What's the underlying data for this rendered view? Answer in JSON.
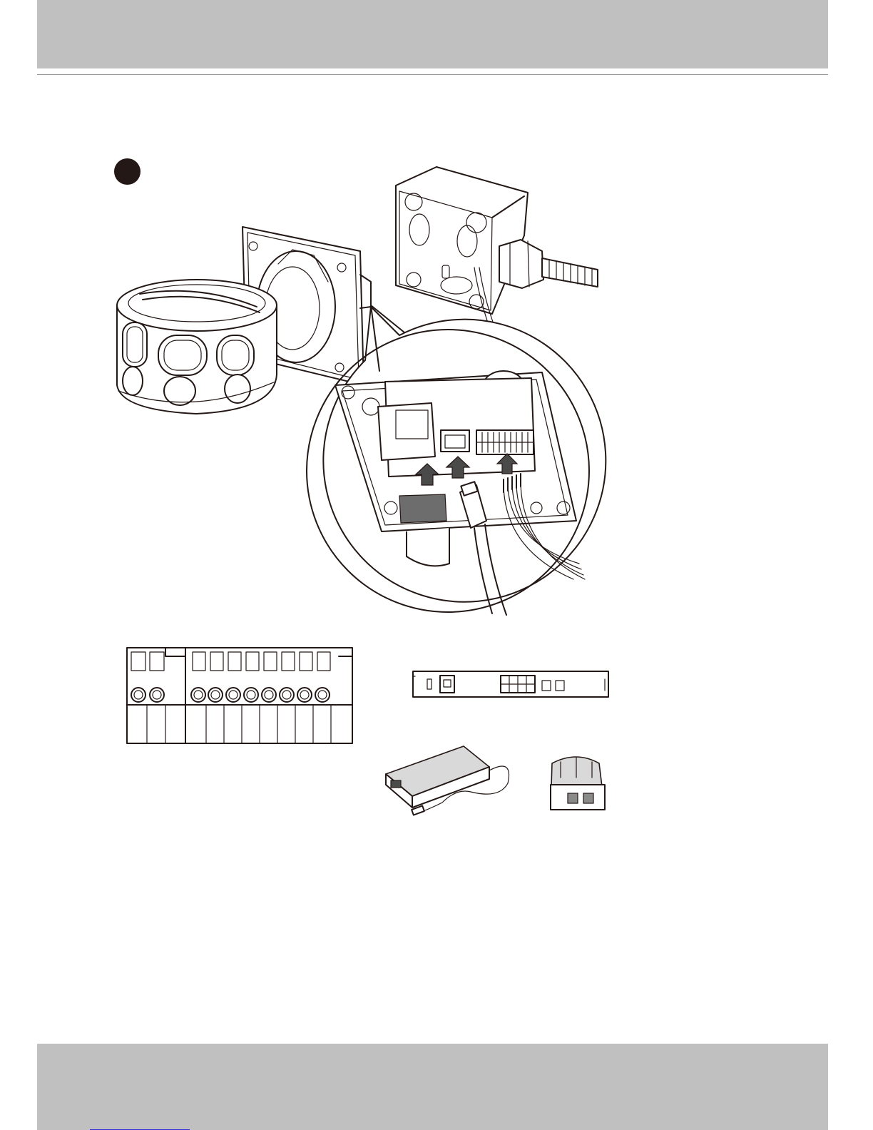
{
  "page": {
    "header": {
      "band_color": "#c0c0c0",
      "rule_color": "#9a9a9a"
    },
    "footer": {
      "band_color": "#c0c0c0",
      "link_color": "#2b2bdc"
    },
    "step_marker": {
      "color": "#231815"
    }
  },
  "figures": {
    "camera_installation": {
      "icon": "multi-sensor-camera-installation-illustration"
    },
    "terminal_block": {
      "icon": "terminal-block-pinout-illustration",
      "pins": 10
    },
    "poe_switch": {
      "icon": "poe-switch-illustration"
    },
    "power_adapter": {
      "icon": "power-adapter-illustration"
    },
    "poe_injector": {
      "icon": "poe-injector-illustration"
    }
  }
}
